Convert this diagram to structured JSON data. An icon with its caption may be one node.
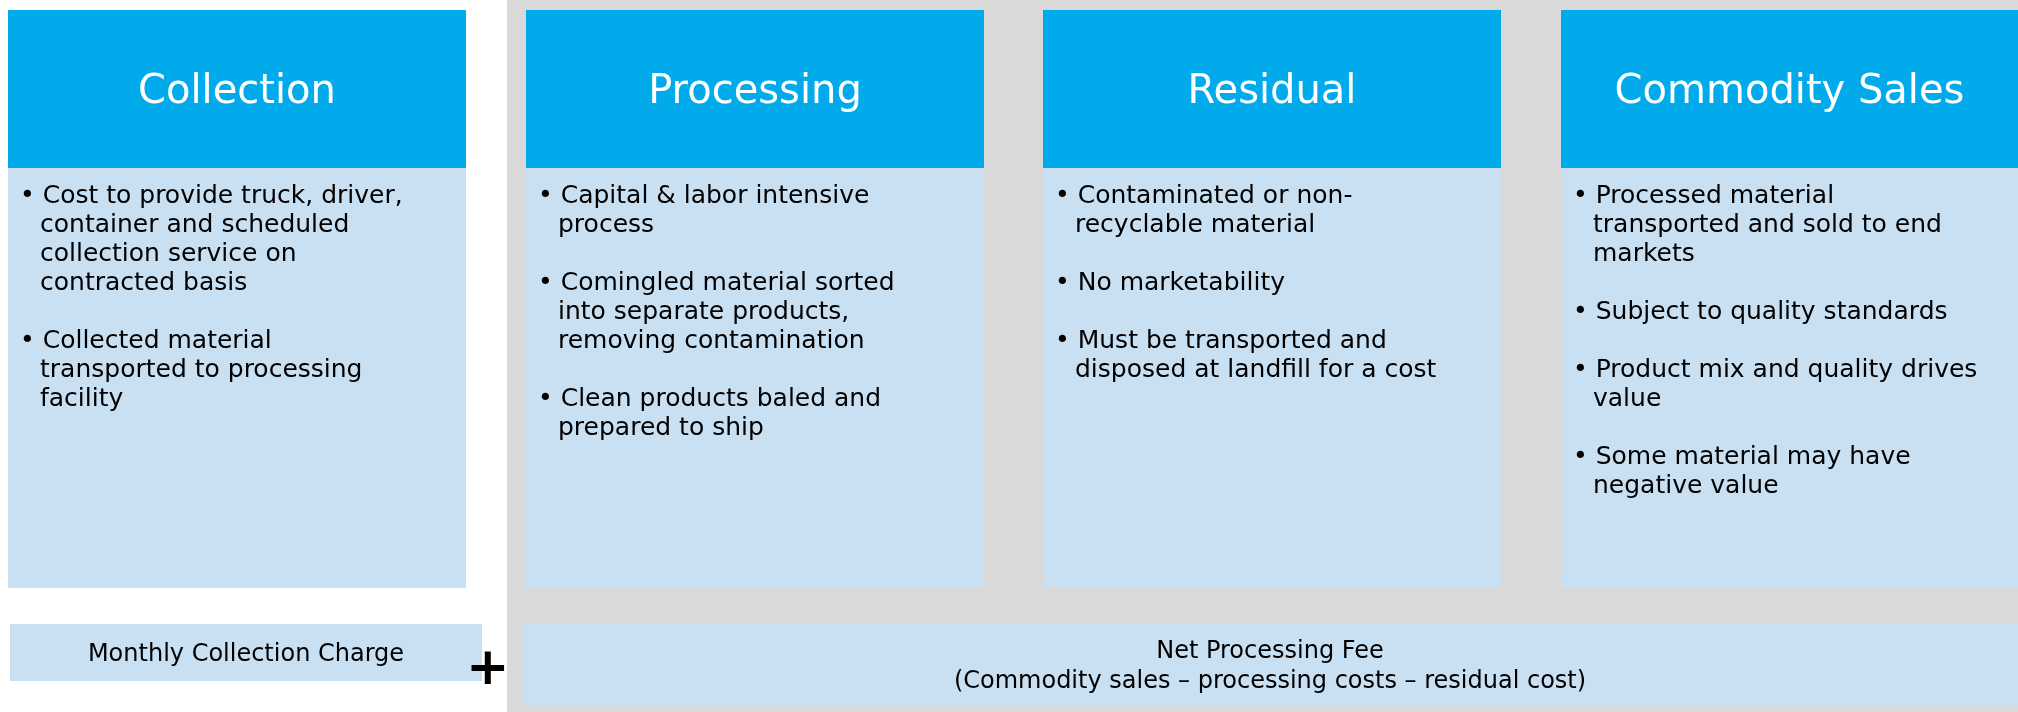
{
  "diagram": {
    "nodes": [
      {
        "text": [
          "Collection",
          "• Cost to provide truck, driver, container and scheduled collection service on contracted basis",
          "• Collected material transported to processing facility"
        ]
      },
      {
        "text": [
          "Processing",
          "• Capital & labor intensive process",
          "• Comingled material sorted into separate products, removing contamination",
          "• Clean products baled and prepared to ship"
        ]
      },
      {
        "text": [
          "Residual",
          "• Contaminated or non-recyclable material",
          "• No marketability",
          "• Must be transported and disposed at landfill for a cost"
        ]
      },
      {
        "text": [
          "Commodity Sales",
          "• Processed material transported and sold to end markets",
          "• Subject to quality standards",
          "• Product mix and quality drives value",
          "• Some material may have negative value"
        ]
      },
      {
        "text": [
          "Monthly Collection Charge"
        ]
      },
      {
        "text": [
          "Net Processing Fee",
          "(Commodity sales – processing costs – residual cost)"
        ]
      }
    ],
    "edges": [],
    "labels": [
      "+"
    ]
  }
}
